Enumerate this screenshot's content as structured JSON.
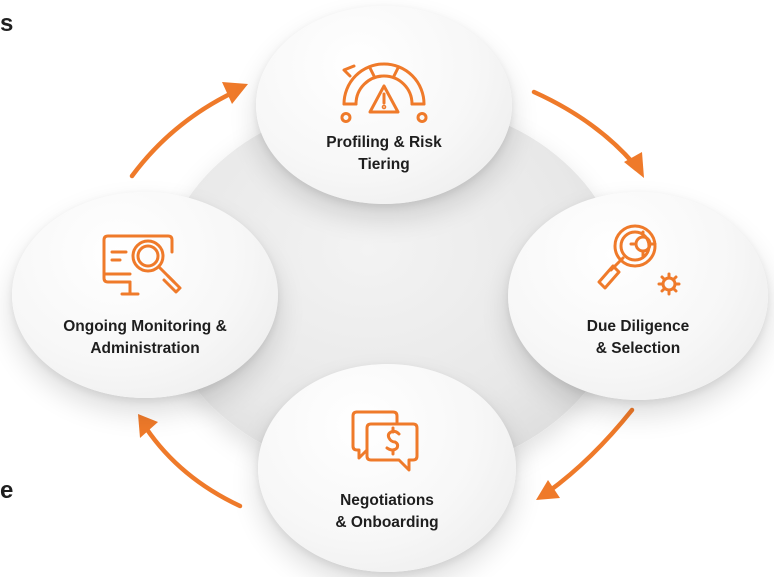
{
  "edge_text": {
    "top_left": "s",
    "bottom_left": "e"
  },
  "colors": {
    "accent": "#EF7A2A",
    "label": "#1E1E1E",
    "disc": "#E4E4E4"
  },
  "cycle": [
    {
      "id": "profiling",
      "icon": "risk-gauge-warning-icon",
      "line1": "Profiling & Risk",
      "line2": "Tiering"
    },
    {
      "id": "due-diligence",
      "icon": "magnifier-gears-icon",
      "line1": "Due Diligence",
      "line2": "& Selection"
    },
    {
      "id": "negotiations",
      "icon": "chat-dollar-icon",
      "line1": "Negotiations",
      "line2": "& Onboarding"
    },
    {
      "id": "monitoring",
      "icon": "monitor-search-icon",
      "line1": "Ongoing Monitoring &",
      "line2": "Administration"
    }
  ]
}
